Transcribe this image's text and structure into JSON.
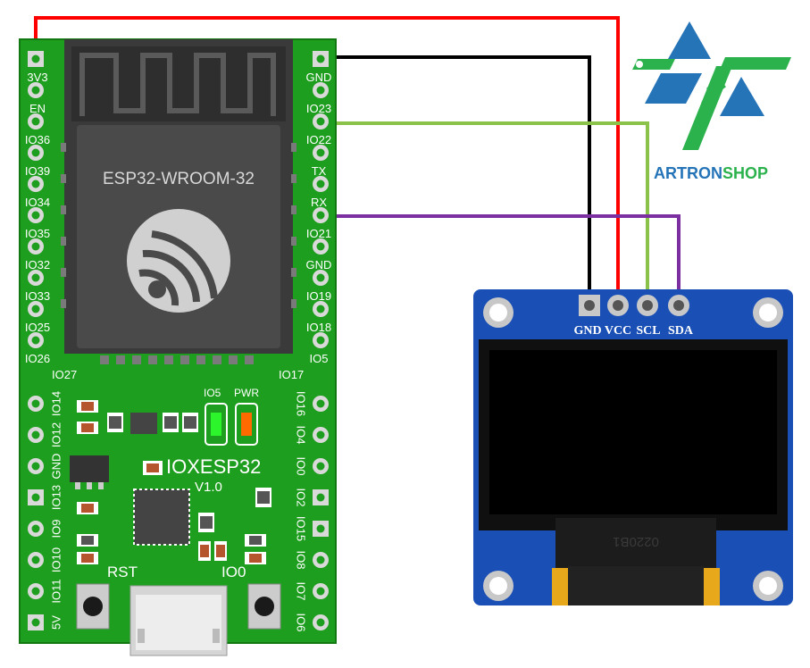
{
  "board": {
    "module_label": "ESP32-WROOM-32",
    "name": "IOXESP32",
    "version": "V1.0",
    "rst_label": "RST",
    "io0_label": "IO0",
    "io5_led_label": "IO5",
    "pwr_led_label": "PWR",
    "io27_label": "IO27",
    "io17_label": "IO17",
    "left_pins": [
      "3V3",
      "EN",
      "IO36",
      "IO39",
      "IO34",
      "IO35",
      "IO32",
      "IO33",
      "IO25",
      "IO26"
    ],
    "right_pins": [
      "GND",
      "IO23",
      "IO22",
      "TX",
      "RX",
      "IO21",
      "GND",
      "IO19",
      "IO18",
      "IO5"
    ],
    "bottom_left_pins": [
      "IO14",
      "IO12",
      "GND",
      "IO13",
      "IO9",
      "IO10",
      "IO11",
      "5V"
    ],
    "bottom_right_pins": [
      "IO16",
      "IO4",
      "IO0",
      "IO2",
      "IO15",
      "IO8",
      "IO7",
      "IO6"
    ]
  },
  "oled": {
    "pins": [
      "GND",
      "VCC",
      "SCL",
      "SDA"
    ],
    "flex_label": "0220B1"
  },
  "logo": {
    "text_art": "AR",
    "text_tron": "TRON",
    "text_shop": "SHOP"
  },
  "colors": {
    "board": "#1e9e1e",
    "wire_power": "#ff0000",
    "wire_ground": "#000000",
    "wire_scl": "#8bc34a",
    "wire_sda": "#7b2fa0",
    "oled_pcb": "#1a4fb5",
    "logo_blue": "#2574b8",
    "logo_green": "#2bb24c"
  }
}
